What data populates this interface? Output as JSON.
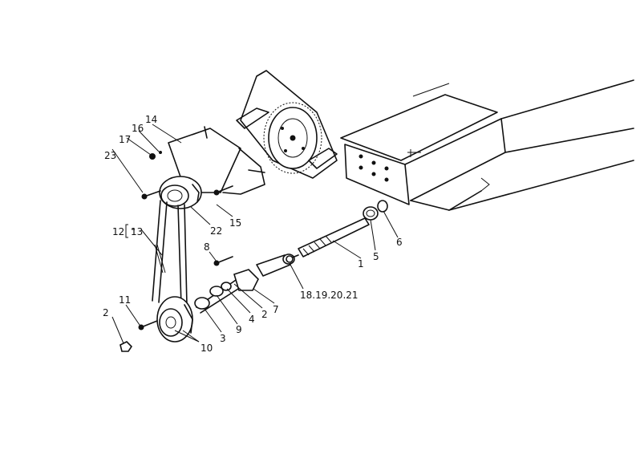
{
  "callouts": [
    {
      "id": "c1",
      "text": "1"
    },
    {
      "id": "c2a",
      "text": "2"
    },
    {
      "id": "c2b",
      "text": "2"
    },
    {
      "id": "c3",
      "text": "3"
    },
    {
      "id": "c4",
      "text": "4"
    },
    {
      "id": "c5",
      "text": "5"
    },
    {
      "id": "c6",
      "text": "6"
    },
    {
      "id": "c7",
      "text": "7"
    },
    {
      "id": "c8",
      "text": "8"
    },
    {
      "id": "c9",
      "text": "9"
    },
    {
      "id": "c10",
      "text": "10"
    },
    {
      "id": "c11",
      "text": "11"
    },
    {
      "id": "c12",
      "text": "12"
    },
    {
      "id": "c13",
      "text": "13"
    },
    {
      "id": "c14",
      "text": "14"
    },
    {
      "id": "c15",
      "text": "15"
    },
    {
      "id": "c16",
      "text": "16"
    },
    {
      "id": "c17",
      "text": "17"
    },
    {
      "id": "c18",
      "text": "18.19.20.21"
    },
    {
      "id": "c22",
      "text": "22"
    },
    {
      "id": "c23",
      "text": "23"
    }
  ]
}
